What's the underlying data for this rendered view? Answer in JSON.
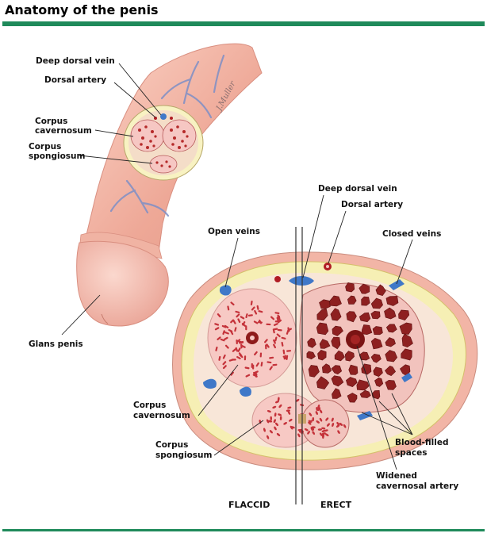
{
  "title": "Anatomy of the penis",
  "signature": "J.Muller",
  "labels": {
    "deep_dorsal_vein_top": "Deep dorsal vein",
    "dorsal_artery_top": "Dorsal artery",
    "corpus_cavernosum_top_1": "Corpus",
    "corpus_cavernosum_top_2": "cavernosum",
    "corpus_spongiosum_top_1": "Corpus",
    "corpus_spongiosum_top_2": "spongiosum",
    "glans_penis": "Glans penis",
    "deep_dorsal_vein_right": "Deep dorsal vein",
    "dorsal_artery_right": "Dorsal artery",
    "open_veins": "Open veins",
    "closed_veins": "Closed veins",
    "corpus_cavernosum_bottom_1": "Corpus",
    "corpus_cavernosum_bottom_2": "cavernosum",
    "corpus_spongiosum_bottom_1": "Corpus",
    "corpus_spongiosum_bottom_2": "spongiosum",
    "blood_filled_1": "Blood-filled",
    "blood_filled_2": "spaces",
    "widened_1": "Widened",
    "widened_2": "cavernosal artery"
  },
  "captions": {
    "flaccid": "FLACCID",
    "erect": "ERECT"
  },
  "colors": {
    "accent_rule": "#1f8a5a",
    "skin": "#f2b5a6",
    "tunica": "#f6efb4",
    "cavernosum_flaccid": "#f7c9c4",
    "cavernosum_erect": "#8e2020",
    "vein": "#3f78c8",
    "artery": "#b01c24"
  }
}
